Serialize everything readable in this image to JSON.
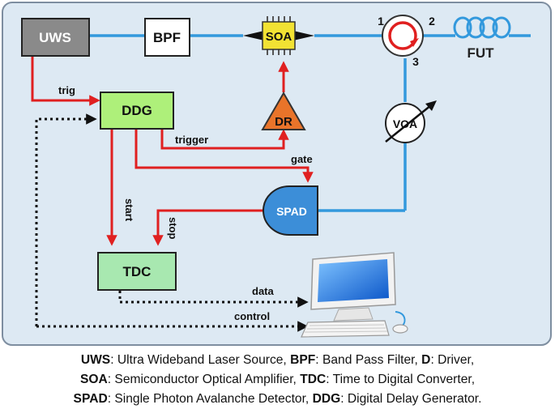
{
  "diagram": {
    "blocks": {
      "uws": "UWS",
      "bpf": "BPF",
      "soa": "SOA",
      "ddg": "DDG",
      "dr": "DR",
      "voa": "VOA",
      "spad": "SPAD",
      "tdc": "TDC",
      "fut": "FUT"
    },
    "ports": {
      "p1": "1",
      "p2": "2",
      "p3": "3"
    },
    "signals": {
      "trig": "trig",
      "trigger": "trigger",
      "gate": "gate",
      "start": "start",
      "stop": "stop",
      "data": "data",
      "control": "control"
    }
  },
  "legend": [
    [
      {
        "abbr": "UWS",
        "desc": ": Ultra Wideband Laser Source, "
      },
      {
        "abbr": "BPF",
        "desc": ": Band Pass Filter, "
      },
      {
        "abbr": "D",
        "desc": ": Driver,"
      }
    ],
    [
      {
        "abbr": "SOA",
        "desc": ": Semiconductor Optical Amplifier, "
      },
      {
        "abbr": "TDC",
        "desc": ": Time to Digital Converter,"
      }
    ],
    [
      {
        "abbr": "SPAD",
        "desc": ": Single Photon Avalanche Detector, "
      },
      {
        "abbr": "DDG",
        "desc": ": Digital Delay Generator."
      }
    ]
  ],
  "colors": {
    "panel_bg": "#dde9f3",
    "panel_border": "#7e8ea0",
    "optical_line": "#3399dd",
    "electrical_line": "#e02020",
    "dotted_line": "#111111",
    "uws_fill": "#8a8a8a",
    "ddg_fill": "#aef07a",
    "tdc_fill": "#a8e8b0",
    "soa_fill": "#f2e233",
    "dr_fill": "#e9742a",
    "spad_fill": "#3c8ed8"
  }
}
